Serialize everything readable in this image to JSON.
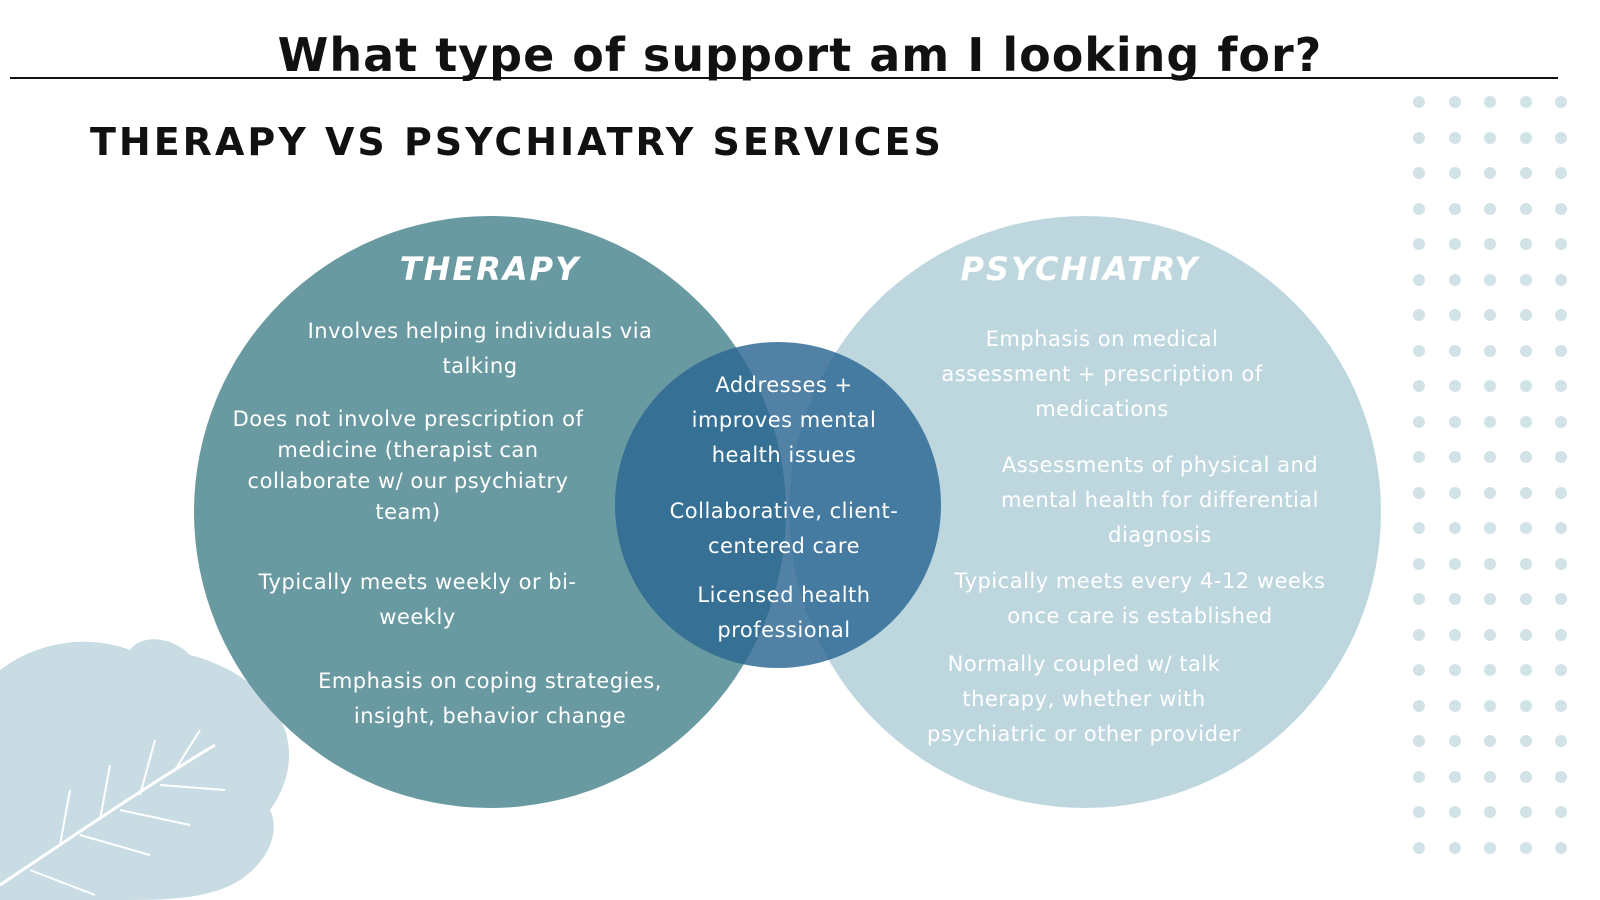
{
  "page": {
    "title": "What type of support am I looking for?",
    "subtitle": "THERAPY VS PSYCHIATRY SERVICES"
  },
  "colors": {
    "therapy_circle": "#6a9aa1",
    "psychiatry_circle": "#bed7de",
    "overlap_circle": "#2b6693",
    "dots": "#d2e3e8",
    "leaf": "#c9dce3",
    "text_dark": "#111111",
    "text_light": "#ffffff"
  },
  "decorations": {
    "leaf": "monstera-leaf-icon",
    "dots": "dot-grid-pattern"
  },
  "therapy": {
    "heading": "THERAPY",
    "items": [
      "Involves helping individuals via talking",
      "Does not involve prescription of medicine (therapist can collaborate  w/ our psychiatry team)",
      "Typically meets weekly or bi-weekly",
      "Emphasis on coping strategies, insight, behavior change"
    ]
  },
  "shared": {
    "items": [
      "Addresses + improves mental health issues",
      "Collaborative, client-centered care",
      "Licensed health professional"
    ]
  },
  "psychiatry": {
    "heading": "PSYCHIATRY",
    "items": [
      "Emphasis on medical assessment + prescription of medications",
      "Assessments of physical and mental health for differential diagnosis",
      "Typically meets every 4-12 weeks once care is established",
      "Normally coupled w/ talk therapy, whether with psychiatric or other provider"
    ]
  }
}
